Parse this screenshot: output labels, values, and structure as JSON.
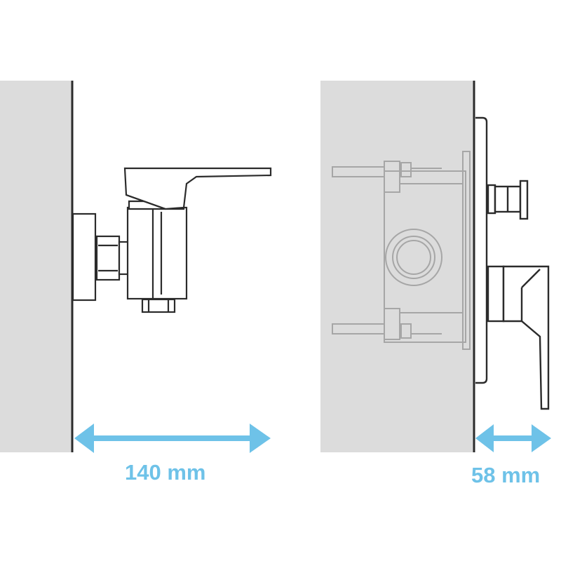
{
  "colors": {
    "wall": "#dcdcdc",
    "stroke": "#2b2b2b",
    "hidden_part": "#a6a6a6",
    "dimension": "#6ec2e8",
    "background": "#ffffff"
  },
  "dimensions": {
    "exposed_mixer": {
      "value": 140,
      "unit": "mm",
      "label": "140 mm"
    },
    "concealed_mixer": {
      "value": 58,
      "unit": "mm",
      "label": "58 mm"
    }
  }
}
